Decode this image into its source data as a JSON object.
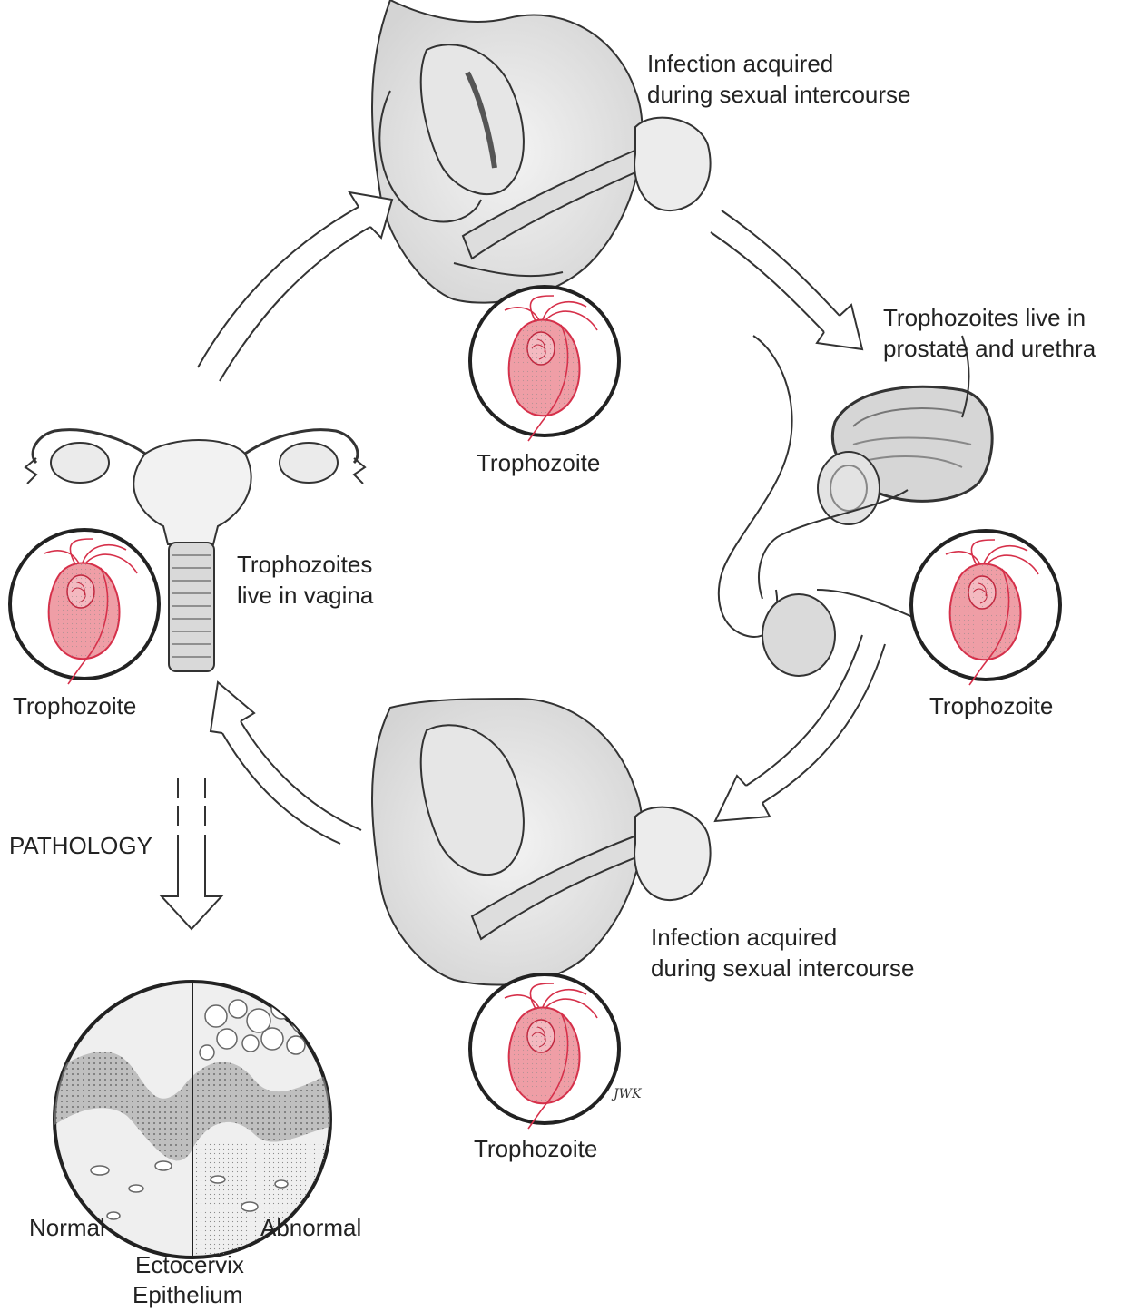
{
  "labels": {
    "infection_top_line1": "Infection acquired",
    "infection_top_line2": "during sexual intercourse",
    "male_line1": "Trophozoites live in",
    "male_line2": "prostate and urethra",
    "vagina_line1": "Trophozoites",
    "vagina_line2": "live in vagina",
    "infection_bottom_line1": "Infection acquired",
    "infection_bottom_line2": "during sexual intercourse",
    "pathology": "PATHOLOGY",
    "normal": "Normal",
    "abnormal": "Abnormal",
    "ectocervix_line1": "Ectocervix",
    "ectocervix_line2": "Epithelium"
  },
  "trophozoite_captions": [
    "Trophozoite",
    "Trophozoite",
    "Trophozoite",
    "Trophozoite"
  ],
  "artist_initials": "JWK",
  "colors": {
    "line": "#333333",
    "tissue_fill": "#ececec",
    "tissue_shade": "#cfcfcf",
    "parasite_fill": "#ef9ea6",
    "parasite_stroke": "#d6304a"
  }
}
